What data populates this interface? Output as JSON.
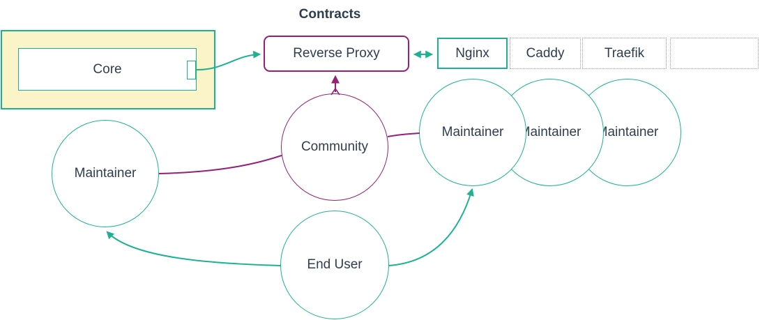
{
  "diagram": {
    "title": "Contracts",
    "colors": {
      "teal": "#1CB291",
      "magenta": "#942079",
      "text": "#2E3D50",
      "subgraph-fill": "#FBF4C8",
      "dotted-border": "#999999",
      "node-fill": "#FFFFFF"
    },
    "nodes": {
      "core": {
        "label": "Core"
      },
      "reverse_proxy": {
        "label": "Reverse Proxy"
      },
      "community": {
        "label": "Community"
      },
      "maintainer_left": {
        "label": "Maintainer"
      },
      "end_user": {
        "label": "End User"
      }
    },
    "proxy_table": {
      "cells": [
        "Nginx",
        "Caddy",
        "Traefik",
        ""
      ]
    },
    "maintainers_right": {
      "labels": [
        "Maintainer",
        "Maintainer",
        "Maintainer"
      ]
    },
    "edges": [
      {
        "from": "Core",
        "to": "Reverse Proxy",
        "type": "arrow",
        "color": "teal"
      },
      {
        "from": "Reverse Proxy",
        "to": "Nginx",
        "type": "double-arrow",
        "color": "teal"
      },
      {
        "from": "Community",
        "to": "Reverse Proxy",
        "type": "arrow",
        "color": "magenta"
      },
      {
        "from": "Community",
        "to": "Maintainer (left)",
        "type": "line",
        "color": "magenta"
      },
      {
        "from": "Community",
        "to": "Maintainer (right)",
        "type": "line",
        "color": "magenta"
      },
      {
        "from": "End User",
        "to": "Maintainer (left)",
        "type": "arrow",
        "color": "teal"
      },
      {
        "from": "End User",
        "to": "Maintainer (right)",
        "type": "arrow",
        "color": "teal"
      }
    ]
  }
}
